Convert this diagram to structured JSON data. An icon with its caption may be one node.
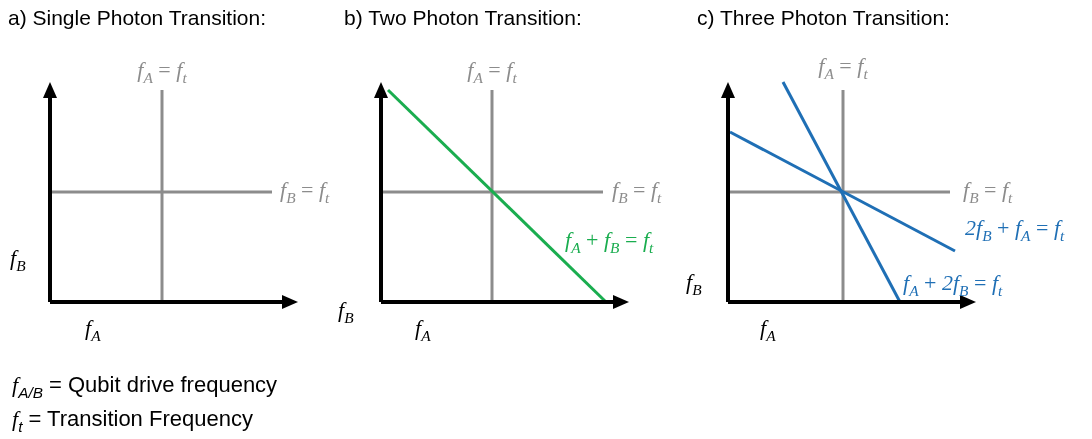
{
  "diagram": {
    "labels": [
      "a) Single Photon Transition:",
      "b) Two Photon Transition:",
      "c) Three Photon Transition:",
      "*f*$_{A}$ = *f*$_{t}$",
      "*f*$_{B}$ = *f*$_{t}$",
      "*f*$_{B}$",
      "*f*$_{A}$",
      "*f*$_{A}$ = *f*$_{t}$",
      "*f*$_{B}$ = *f*$_{t}$",
      "*f*$_{A}$ + *f*$_{B}$ = *f*$_{t}$",
      "*f*$_{B}$",
      "*f*$_{A}$",
      "*f*$_{A}$ = *f*$_{t}$",
      "*f*$_{B}$ = *f*$_{t}$",
      "*2f*$_{B}$ + *f*$_{A}$ = *f*$_{t}$",
      "*f*$_{B}$",
      "*f*$_{A}$ + *2f*$_{B}$ = *f*$_{t}$",
      "*f*$_{A}$",
      "*f*$_{A/B}$ = Qubit drive frequency",
      "*f*$_{t}$ = Transition Frequency"
    ]
  }
}
